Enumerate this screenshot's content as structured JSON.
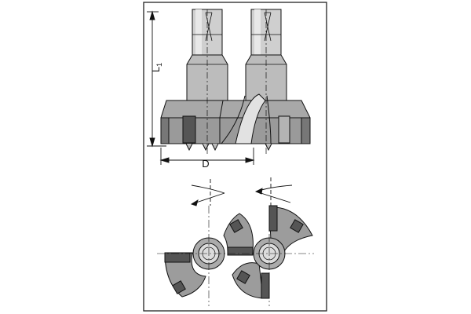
{
  "drawing": {
    "dimension_length_label": "L",
    "dimension_length_subscript": "1",
    "dimension_diameter_label": "D"
  },
  "colors": {
    "body_gray": "#b9b9b9",
    "dark_gray": "#6f6f6f",
    "light_gray": "#d9d9d9",
    "outline": "#111111",
    "frame": "#222222"
  }
}
